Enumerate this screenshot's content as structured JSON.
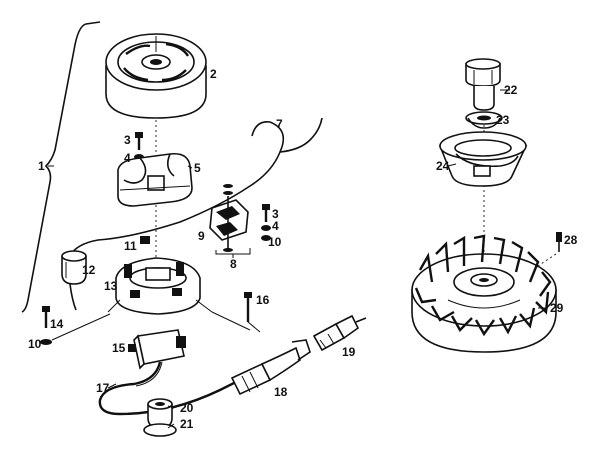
{
  "diagram": {
    "type": "exploded-parts-view",
    "ink_color": "#111111",
    "background_color": "#ffffff",
    "callouts": [
      "1",
      "2",
      "3",
      "4",
      "5",
      "7",
      "24",
      "22",
      "23",
      "3",
      "4",
      "9",
      "10",
      "8",
      "11",
      "12",
      "13",
      "14",
      "10",
      "15",
      "16",
      "17",
      "18",
      "19",
      "20",
      "21",
      "28",
      "29"
    ]
  }
}
